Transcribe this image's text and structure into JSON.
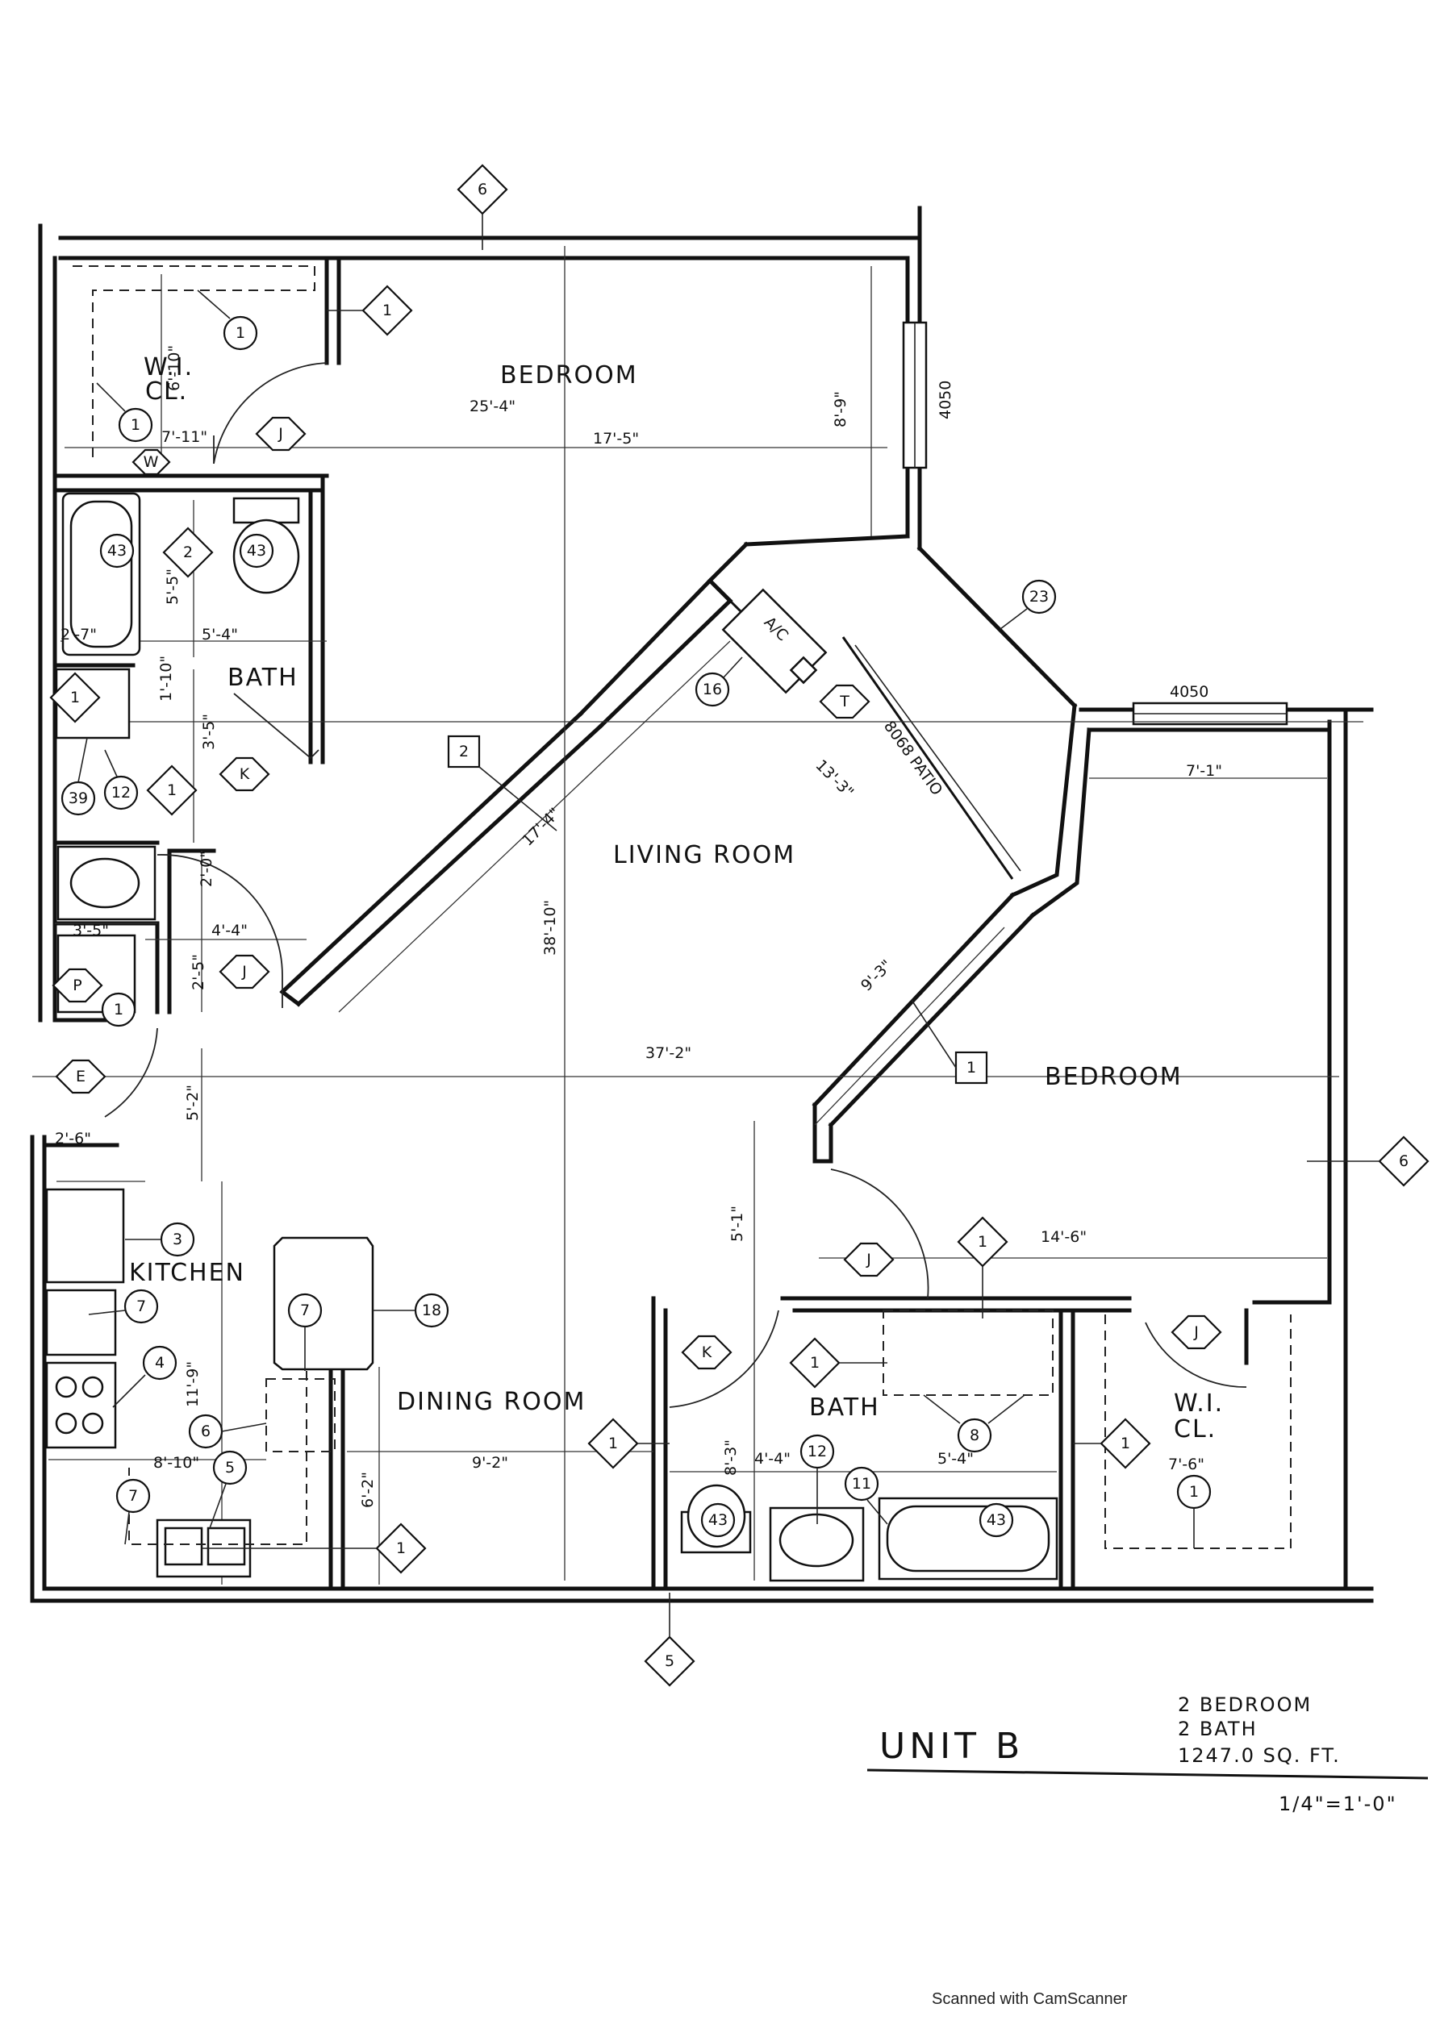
{
  "rooms": {
    "bedroom_1": "BEDROOM",
    "wi_closet_1_line1": "W.I.",
    "wi_closet_1_line2": "CL.",
    "bath_1": "BATH",
    "living_room": "LIVING ROOM",
    "bedroom_2": "BEDROOM",
    "kitchen": "KITCHEN",
    "dining_room": "DINING ROOM",
    "bath_2": "BATH",
    "wi_closet_2_line1": "W.I.",
    "wi_closet_2_line2": "CL."
  },
  "dimensions": {
    "bedroom1_width": "25'-4\"",
    "bedroom1_inner": "17'-5\"",
    "bedroom1_depth": "8'-9\"",
    "closet1_height": "6'-10\"",
    "closet1_width": "7'-11\"",
    "bath1_height": "5'-5\"",
    "bath1_width": "5'-4\"",
    "bath1_tub": "2'-7\"",
    "bath1_vanity": "1'-10\"",
    "hall_1": "3'-5\"",
    "hall_2": "2'-0\"",
    "hall_3": "3'-5\"",
    "hall_4": "4'-4\"",
    "hall_5": "2'-5\"",
    "living_diag": "17'-4\"",
    "living_height": "38'-10\"",
    "patio_dim": "13'-3\"",
    "overall_width": "37'-2\"",
    "bedroom2_width": "7'-1\"",
    "bedroom2_diag": "9'-3\"",
    "entry_height": "5'-2\"",
    "entry_width": "2'-6\"",
    "dining_gap": "5'-1\"",
    "bedroom2_length": "14'-6\"",
    "kitchen_height": "11'-9\"",
    "kitchen_width": "8'-10\"",
    "dining_height": "6'-2\"",
    "dining_width": "9'-2\"",
    "bath2_height": "8'-3\"",
    "bath2_width_a": "4'-4\"",
    "bath2_width_b": "5'-4\"",
    "closet2_width": "7'-6\""
  },
  "windows": {
    "bedroom1_window": "4050",
    "bedroom2_window": "4050",
    "patio_door": "8068 PATIO"
  },
  "tags": {
    "elev_top": "6",
    "elev_right": "6",
    "elev_bottom": "5",
    "d_bed1": "1",
    "d_bath1": "2",
    "d_bath1_vanity": "1",
    "d_hall": "1",
    "d_bath2_door": "1",
    "d_bath2_mirror": "1",
    "d_dining": "1",
    "d_kitchen": "1",
    "sq_living": "2",
    "sq_bed2": "1",
    "c_closet1_a": "1",
    "c_closet1_b": "1",
    "c_bath1_tub": "43",
    "c_bath1_wc": "43",
    "c_bath1_39": "39",
    "c_bath1_12": "12",
    "c_entry": "1",
    "c_ac": "16",
    "c_23": "23",
    "c_kitchen_3": "3",
    "c_kitchen_7a": "7",
    "c_kitchen_7b": "7",
    "c_kitchen_7c": "7",
    "c_kitchen_4": "4",
    "c_kitchen_6": "6",
    "c_kitchen_5": "5",
    "c_kitchen_18": "18",
    "c_bath2_12": "12",
    "c_bath2_11": "11",
    "c_bath2_43a": "43",
    "c_bath2_43b": "43",
    "c_bath2_8": "8",
    "c_closet2": "1",
    "h_j1": "J",
    "h_j2": "J",
    "h_j3": "J",
    "h_j4": "J",
    "h_k1": "K",
    "h_k2": "K",
    "h_t": "T",
    "h_e": "E",
    "h_p": "P",
    "h_w": "W",
    "ac_label": "A/C"
  },
  "title_block": {
    "unit": "UNIT B",
    "bedrooms": "2 BEDROOM",
    "baths": "2 BATH",
    "area": "1247.0 SQ. FT.",
    "scale": "1/4\"=1'-0\""
  },
  "footer": "Scanned with CamScanner"
}
